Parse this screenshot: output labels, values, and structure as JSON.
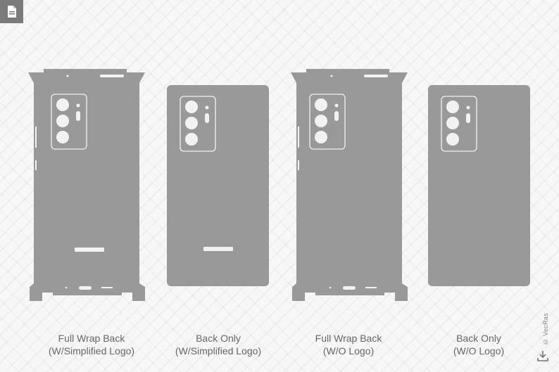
{
  "colors": {
    "template_fill": "#999999",
    "caption_text": "#666666",
    "badge_bg": "#7a7a7a"
  },
  "icons": {
    "corner": "document-icon",
    "download": "download-icon"
  },
  "templates": [
    {
      "line1": "Full Wrap Back",
      "line2": "(W/Simplified Logo)"
    },
    {
      "line1": "Back Only",
      "line2": "(W/Simplified Logo)"
    },
    {
      "line1": "Full Wrap Back",
      "line2": "(W/O Logo)"
    },
    {
      "line1": "Back Only",
      "line2": "(W/O Logo)"
    }
  ],
  "watermark": "© VecRas"
}
